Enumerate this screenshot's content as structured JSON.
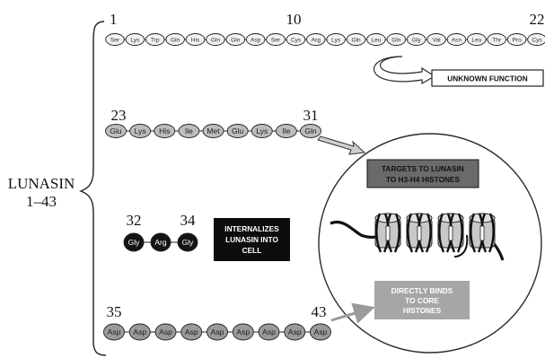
{
  "title_label": [
    "LUNASIN",
    "1–43"
  ],
  "segments": [
    {
      "id": "seg1",
      "start_label": "1",
      "mid_label": "10",
      "end_label": "22",
      "residues": [
        "Ser",
        "Lys",
        "Trp",
        "Gln",
        "His",
        "Gln",
        "Gln",
        "Asp",
        "Ser",
        "Cys",
        "Arg",
        "Lys",
        "Gln",
        "Leu",
        "Gln",
        "Gly",
        "Val",
        "Asn",
        "Leu",
        "Thr",
        "Pro",
        "Cys"
      ],
      "fill": "#f2f2f2"
    },
    {
      "id": "seg2",
      "start_label": "23",
      "end_label": "31",
      "residues": [
        "Glu",
        "Lys",
        "His",
        "Ile",
        "Met",
        "Glu",
        "Lys",
        "Ile",
        "Gln"
      ],
      "fill": "#bdbdbd"
    },
    {
      "id": "seg3",
      "start_label": "32",
      "end_label": "34",
      "residues": [
        "Gly",
        "Arg",
        "Gly"
      ],
      "fill": "#141414"
    },
    {
      "id": "seg4",
      "start_label": "35",
      "end_label": "43",
      "residues": [
        "Asp",
        "Asp",
        "Asp",
        "Asp",
        "Asp",
        "Asp",
        "Asp",
        "Asp",
        "Asp"
      ],
      "fill": "#9a9a9a"
    }
  ],
  "boxes": {
    "unknown": "UNKNOWN FUNCTION",
    "targets": [
      "TARGETS TO LUNASIN",
      "TO H3-H4 HISTONES"
    ],
    "internalizes": [
      "INTERNALIZES",
      "LUNASIN INTO",
      "CELL"
    ],
    "binds": [
      "DIRECTLY BINDS",
      "TO CORE",
      "HISTONES"
    ]
  }
}
